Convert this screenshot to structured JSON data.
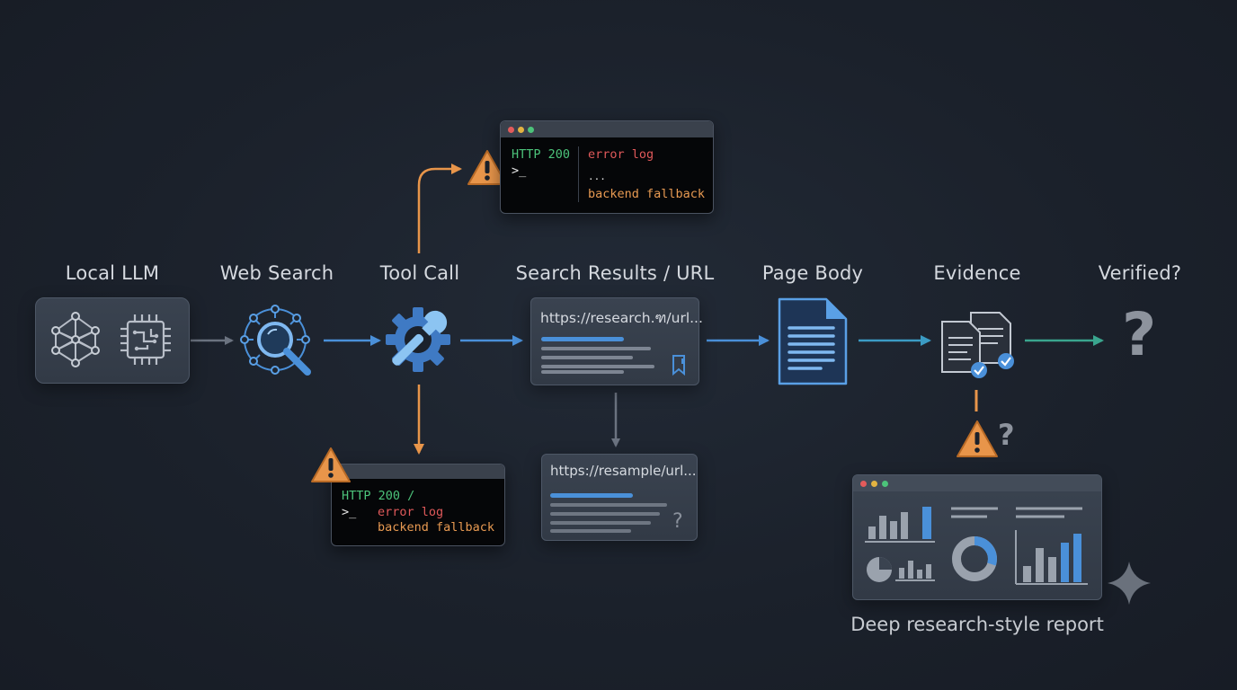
{
  "stages": [
    {
      "id": "local-llm",
      "label": "Local LLM"
    },
    {
      "id": "web-search",
      "label": "Web Search"
    },
    {
      "id": "tool-call",
      "label": "Tool Call"
    },
    {
      "id": "search-results",
      "label": "Search Results / URL"
    },
    {
      "id": "page-body",
      "label": "Page Body"
    },
    {
      "id": "evidence",
      "label": "Evidence"
    },
    {
      "id": "verified",
      "label": "Verified?"
    }
  ],
  "terminal_top": {
    "status": "HTTP 200",
    "prompt": ">_",
    "error": "error log",
    "ellipsis": "...",
    "fallback": "backend fallback"
  },
  "terminal_bottom": {
    "status": "HTTP 200 /",
    "prompt": ">_",
    "error": "error log",
    "fallback": "backend fallback"
  },
  "result_card": {
    "url": "https://research.ฑ/url..."
  },
  "sample_card": {
    "url": "https://resample/url...",
    "mark": "?"
  },
  "verified_mark": "?",
  "evidence_warning_mark": "?",
  "report": {
    "caption": "Deep research-style report"
  },
  "colors": {
    "background": "#1b212b",
    "node": "#3a4350",
    "blue": "#4a90d9",
    "orange": "#e8954a",
    "teal": "#3aa58e",
    "gray_arrow": "#6b7380"
  },
  "icons": [
    "neural-network-icon",
    "chip-icon",
    "search-network-icon",
    "gear-wrench-icon",
    "bookmark-icon",
    "document-icon",
    "evidence-documents-icon",
    "warning-icon",
    "sparkle-icon"
  ]
}
